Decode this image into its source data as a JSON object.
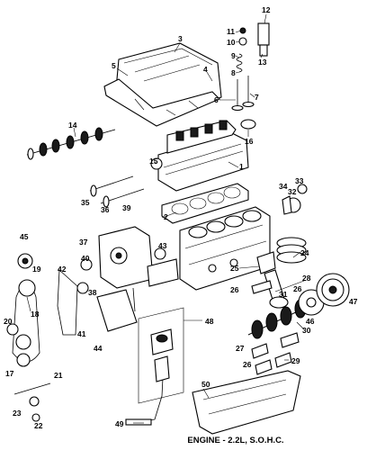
{
  "caption": "ENGINE - 2.2L, S.O.H.C.",
  "callouts": [
    "1",
    "2",
    "3",
    "4",
    "5",
    "6",
    "7",
    "8",
    "9",
    "10",
    "11",
    "12",
    "13",
    "14",
    "15",
    "16",
    "17",
    "18",
    "19",
    "20",
    "21",
    "22",
    "23",
    "24",
    "25",
    "26",
    "26",
    "26",
    "27",
    "28",
    "29",
    "30",
    "31",
    "32",
    "33",
    "34",
    "35",
    "36",
    "37",
    "38",
    "39",
    "40",
    "41",
    "42",
    "43",
    "44",
    "45",
    "46",
    "47",
    "48",
    "49",
    "50"
  ]
}
